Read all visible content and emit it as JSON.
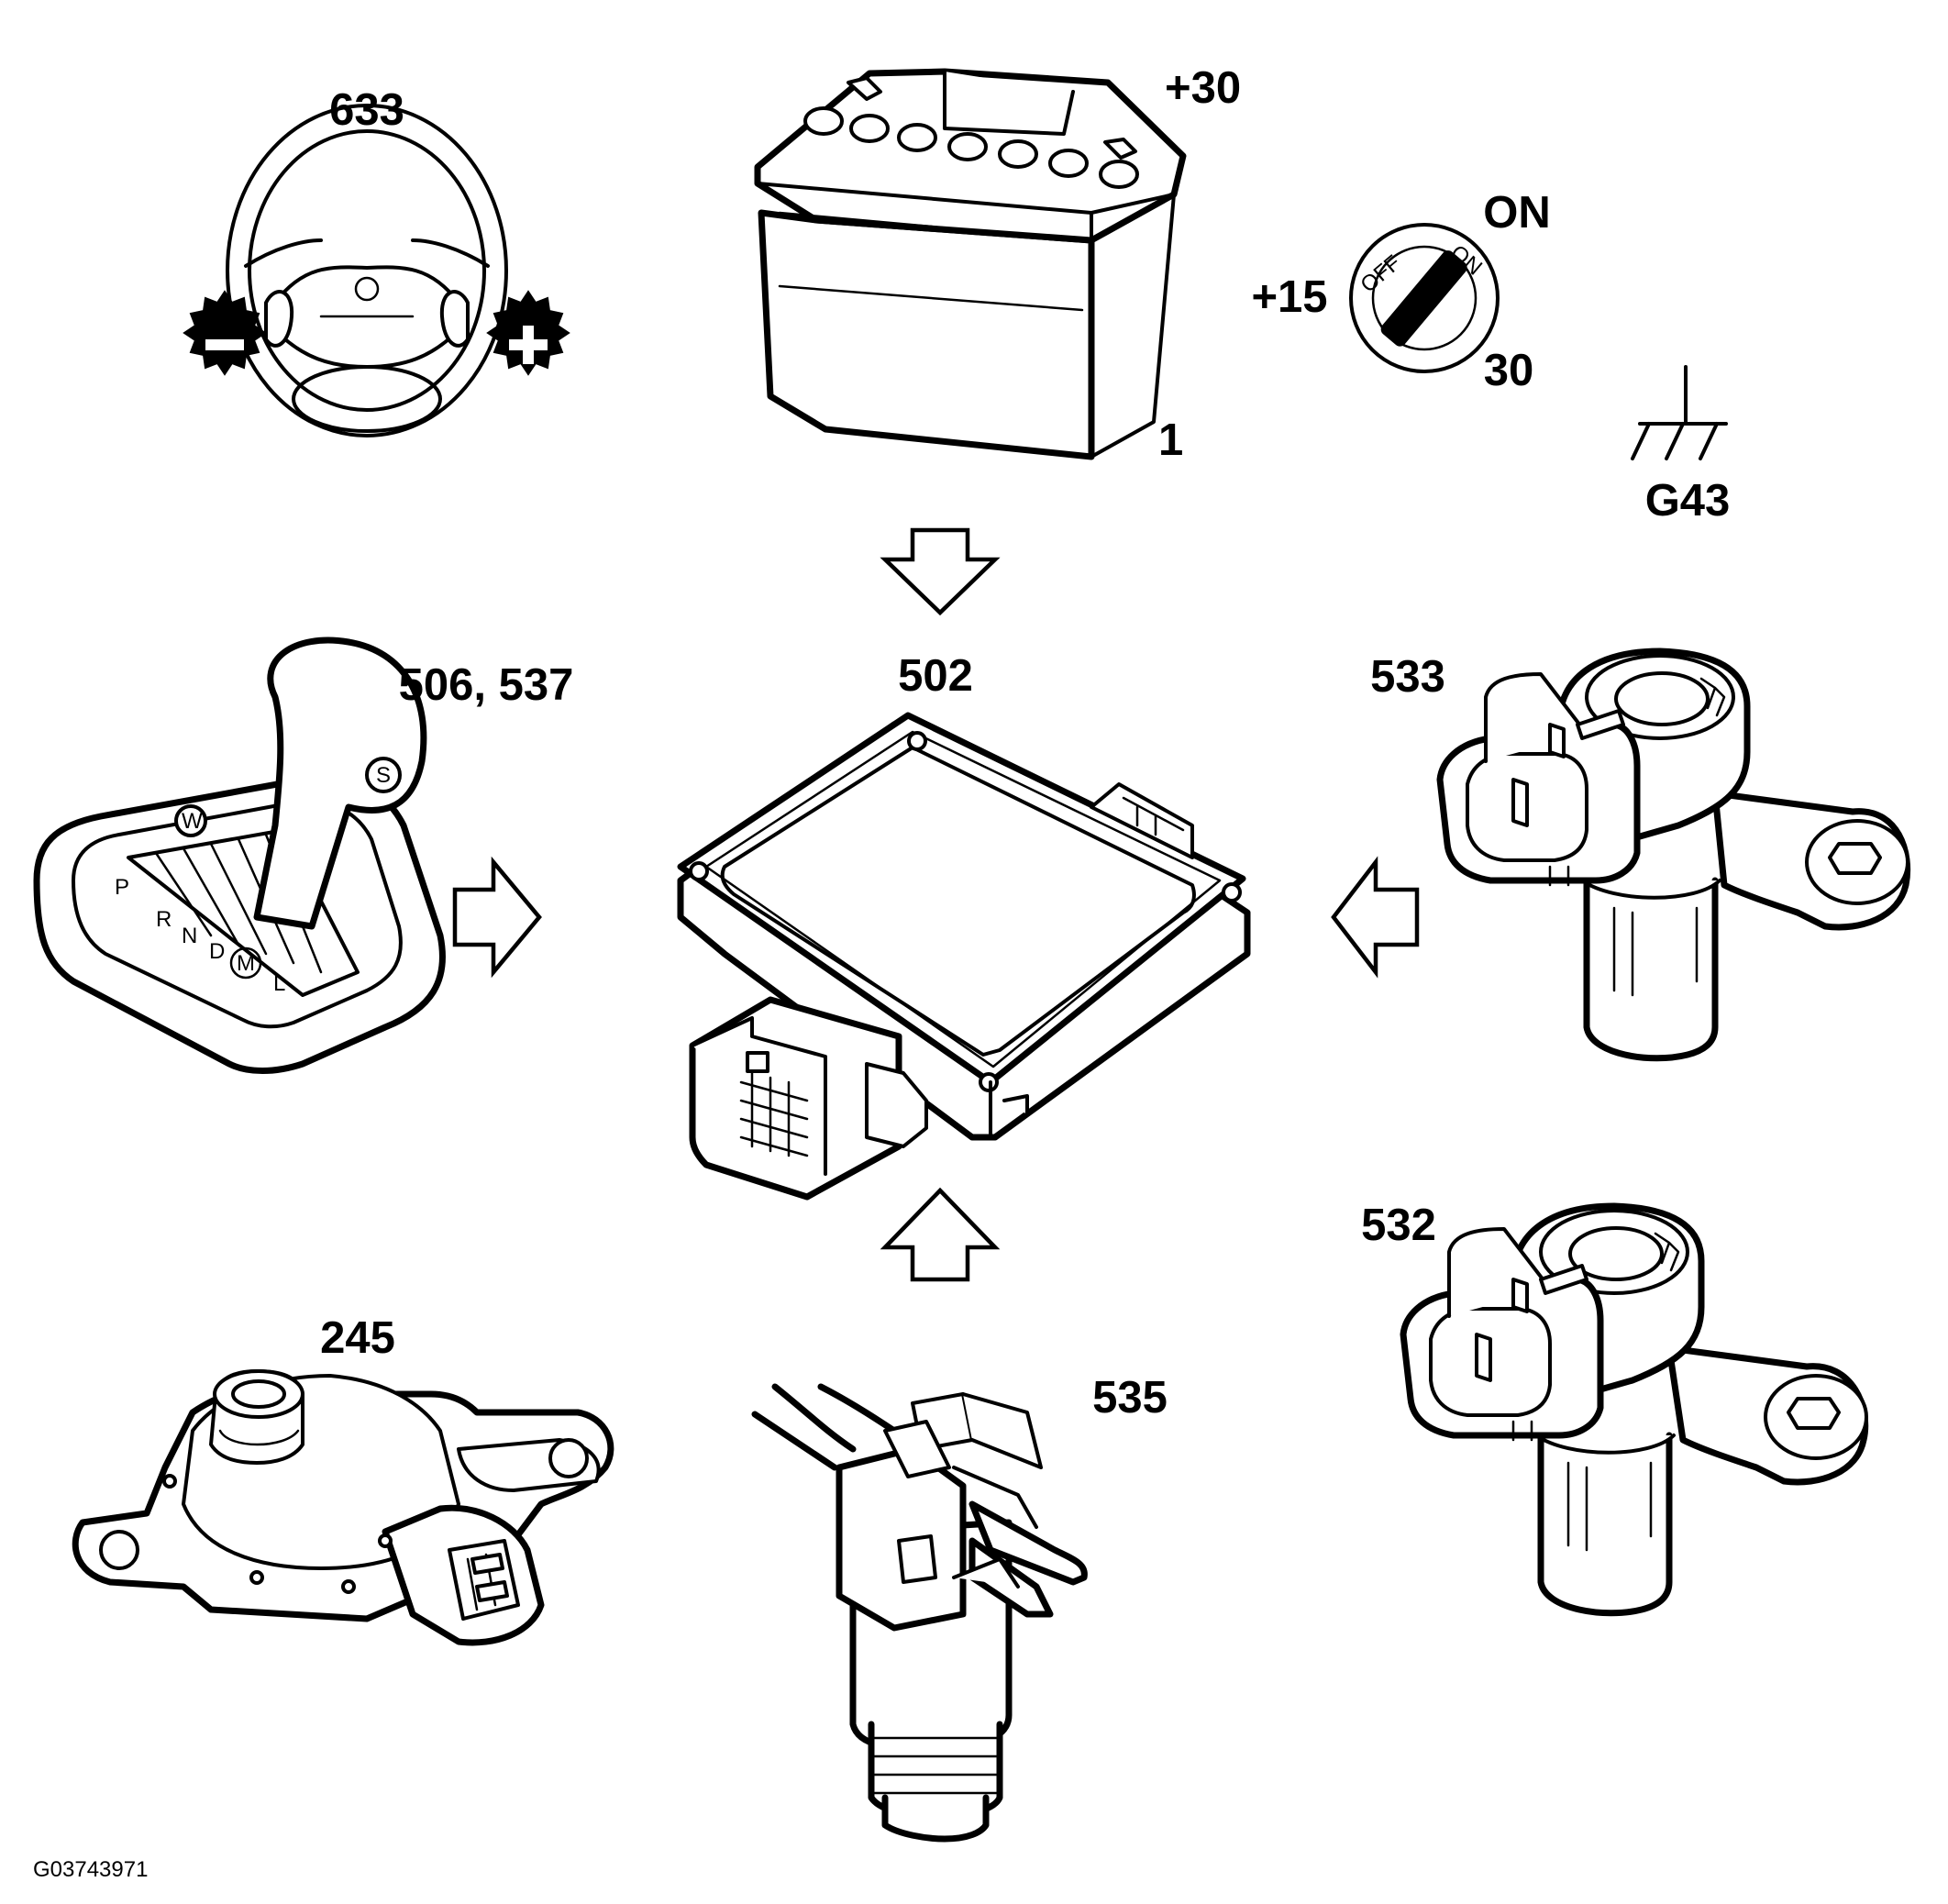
{
  "components": {
    "steering_wheel": {
      "label": "633"
    },
    "battery": {
      "label": "1",
      "terminal_label": "+30"
    },
    "ignition_switch": {
      "label_on": "ON",
      "label_15": "+15",
      "label_30": "30",
      "marks": [
        "OFF",
        "ON"
      ]
    },
    "ground": {
      "label": "G43"
    },
    "gear_selector": {
      "label": "506, 537",
      "positions": [
        "P",
        "R",
        "N",
        "D",
        "M",
        "L"
      ],
      "knob_mark": "S",
      "mode_mark": "W"
    },
    "control_module": {
      "label": "502"
    },
    "speed_sensor_upper": {
      "label": "533"
    },
    "speed_sensor_lower": {
      "label": "532"
    },
    "range_switch": {
      "label": "245"
    },
    "solenoid_valve": {
      "label": "535"
    }
  },
  "figure_code": "G03743971",
  "colors": {
    "line": "#000000",
    "background": "#ffffff"
  }
}
